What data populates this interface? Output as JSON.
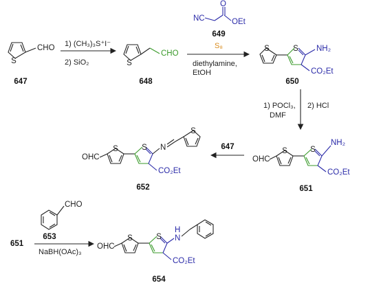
{
  "compounds": {
    "c647": {
      "number": "647",
      "label_cho": "CHO",
      "label_s": "S"
    },
    "c648": {
      "number": "648",
      "label_cho": "CHO",
      "label_s": "S"
    },
    "c649": {
      "number": "649",
      "label_nc": "NC",
      "label_oet": "OEt",
      "label_o": "O"
    },
    "c650": {
      "number": "650",
      "label_nh2": "NH₂",
      "label_co2et": "CO₂Et",
      "label_s1": "S",
      "label_s2": "S"
    },
    "c651": {
      "number": "651",
      "label_ohc": "OHC",
      "label_nh2": "NH₂",
      "label_co2et": "CO₂Et",
      "label_s1": "S",
      "label_s2": "S"
    },
    "c652": {
      "number": "652",
      "label_ohc": "OHC",
      "label_n": "N",
      "label_co2et": "CO₂Et",
      "label_s1": "S",
      "label_s2": "S",
      "label_s3": "S"
    },
    "c653": {
      "number": "653",
      "label_cho": "CHO"
    },
    "c654": {
      "number": "654",
      "label_ohc": "OHC",
      "label_nh": "H",
      "label_n": "N",
      "label_co2et": "CO₂Et",
      "label_s1": "S",
      "label_s2": "S"
    }
  },
  "reagents": {
    "step1": {
      "line1": "1) (CH₃)₃S⁺I⁻",
      "line2": "2) SiO₂"
    },
    "step2": {
      "reagent_num": "649",
      "s8": "S₈",
      "line1": "diethylamine,",
      "line2": "EtOH"
    },
    "step3": {
      "line1": "1) POCl₃,",
      "line1b": "2) HCl",
      "line2": "DMF"
    },
    "step4": {
      "reagent": "647"
    },
    "step5": {
      "start": "651",
      "reagent_num": "653",
      "line1": "NaBH(OAc)₃"
    }
  },
  "colors": {
    "green": "#3a9a2a",
    "blue": "#2a2aa8",
    "orange": "#d98a1a",
    "black": "#222222"
  }
}
